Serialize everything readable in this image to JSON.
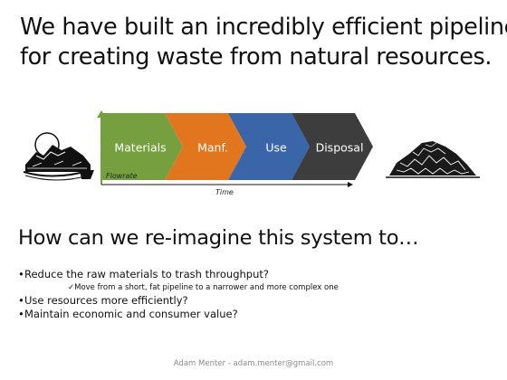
{
  "slide": {
    "title_line1": "We have built an incredibly efficient pipeline",
    "title_line2": "for creating waste from natural resources.",
    "subtitle": "How can we re-imagine this system to…",
    "footer": "Adam Menter - adam.menter@gmail.com"
  },
  "pipeline": {
    "stages": [
      {
        "label": "Materials",
        "color": "#76a040"
      },
      {
        "label": "Manf.",
        "color": "#e2761e"
      },
      {
        "label": "Use",
        "color": "#3a65a8"
      },
      {
        "label": "Disposal",
        "color": "#3d3d3d"
      }
    ],
    "y_axis_label": "Flowrate",
    "x_axis_label": "Time",
    "axis_color": "#6aa63c"
  },
  "bullets": [
    {
      "text": "Reduce the raw materials to trash throughput?",
      "sub": "✓Move from a short, fat pipeline to a narrower and more complex one"
    },
    {
      "text": "Use resources more efficiently?"
    },
    {
      "text": "Maintain economic and consumer value?"
    }
  ],
  "illustrations": {
    "left": "mountain-landscape-icon",
    "right": "trash-heap-icon"
  }
}
